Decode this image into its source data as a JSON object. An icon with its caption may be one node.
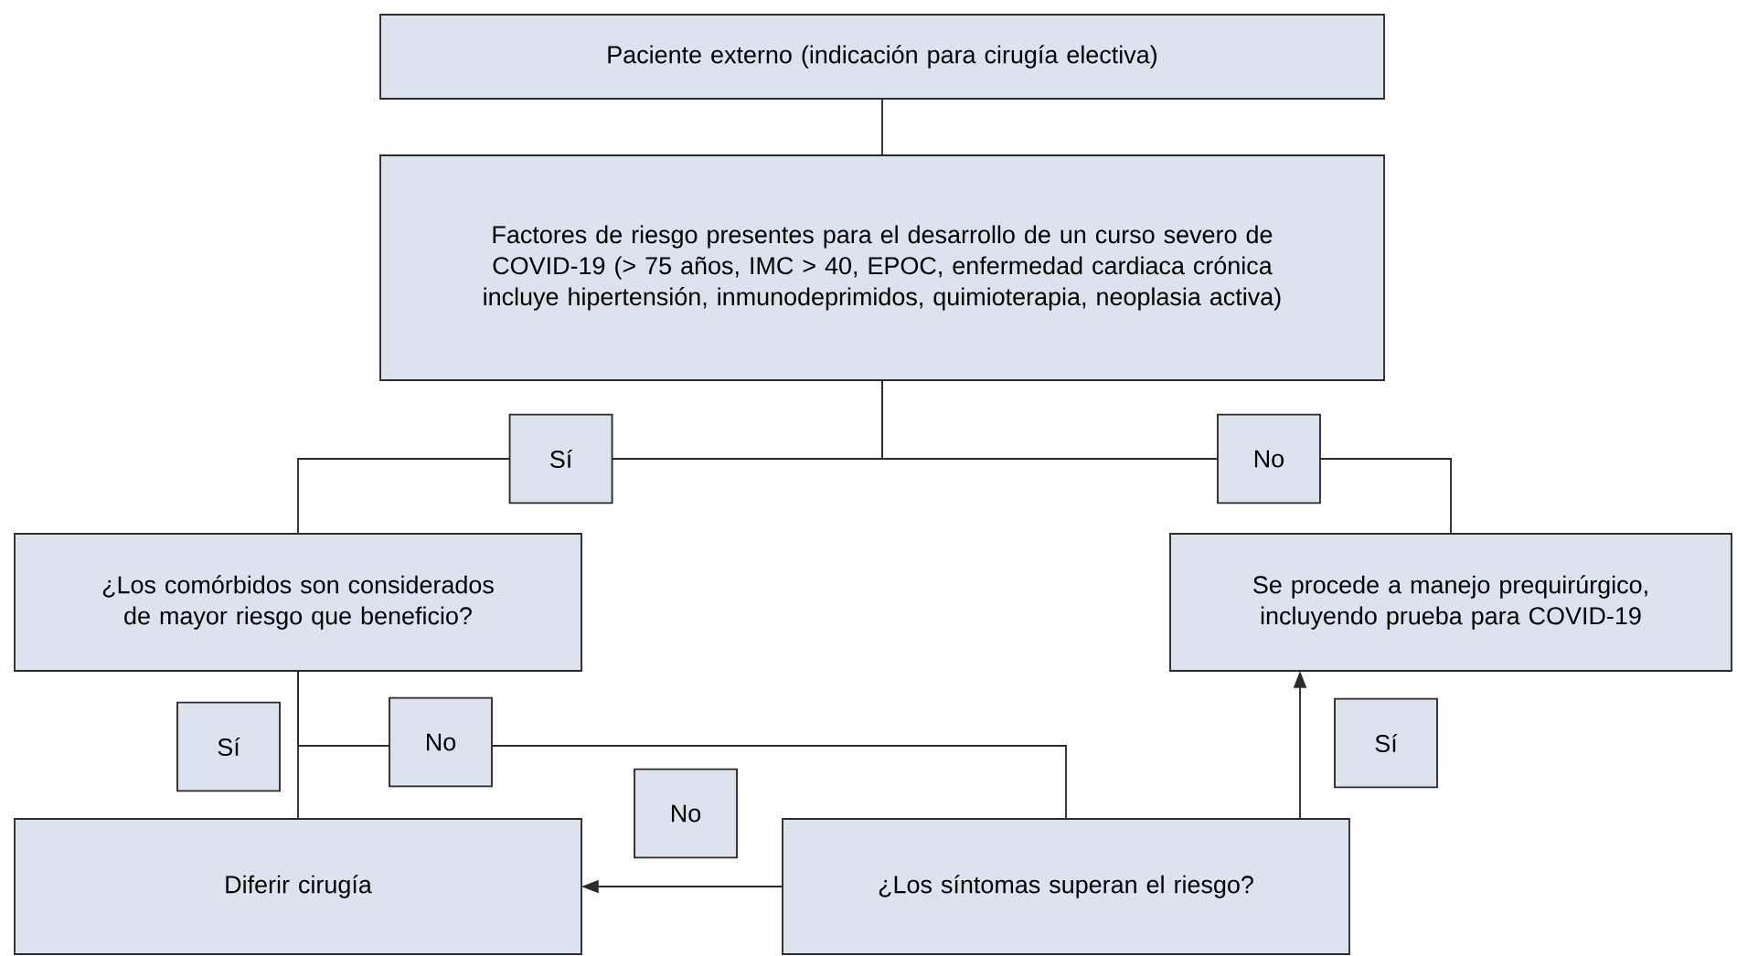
{
  "diagram": {
    "nodes": [
      {
        "text": [
          "Paciente externo (indicación para cirugía electiva)"
        ]
      },
      {
        "text": [
          "Factores de riesgo presentes para el desarrollo de un curso severo de COVID-19 (> 75 años, IMC > 40, EPOC, enfermedad cardiaca crónica incluye hipertensión, inmunodeprimidos, quimioterapia, neoplasia activa)"
        ]
      },
      {
        "text": [
          "¿Los comórbidos son considerados de mayor riesgo que beneficio?"
        ]
      },
      {
        "text": [
          "Se procede a manejo prequirúrgico, incluyendo prueba para COVID-19"
        ]
      },
      {
        "text": [
          "Diferir cirugía"
        ]
      },
      {
        "text": [
          "¿Los síntomas superan el riesgo?"
        ]
      }
    ],
    "edges": [
      {
        "from": 0,
        "to": 1,
        "arrow": "none"
      },
      {
        "from": 1,
        "to": 2,
        "arrow": "none",
        "label": "Sí"
      },
      {
        "from": 1,
        "to": 3,
        "arrow": "none",
        "label": "No"
      },
      {
        "from": 2,
        "to": 4,
        "arrow": "none",
        "label": "Sí"
      },
      {
        "from": 2,
        "to": 5,
        "arrow": "none",
        "label": "No"
      },
      {
        "from": 5,
        "to": 4,
        "arrow": "to",
        "label": "No"
      },
      {
        "from": 5,
        "to": 3,
        "arrow": "to",
        "label": "Sí"
      }
    ]
  }
}
